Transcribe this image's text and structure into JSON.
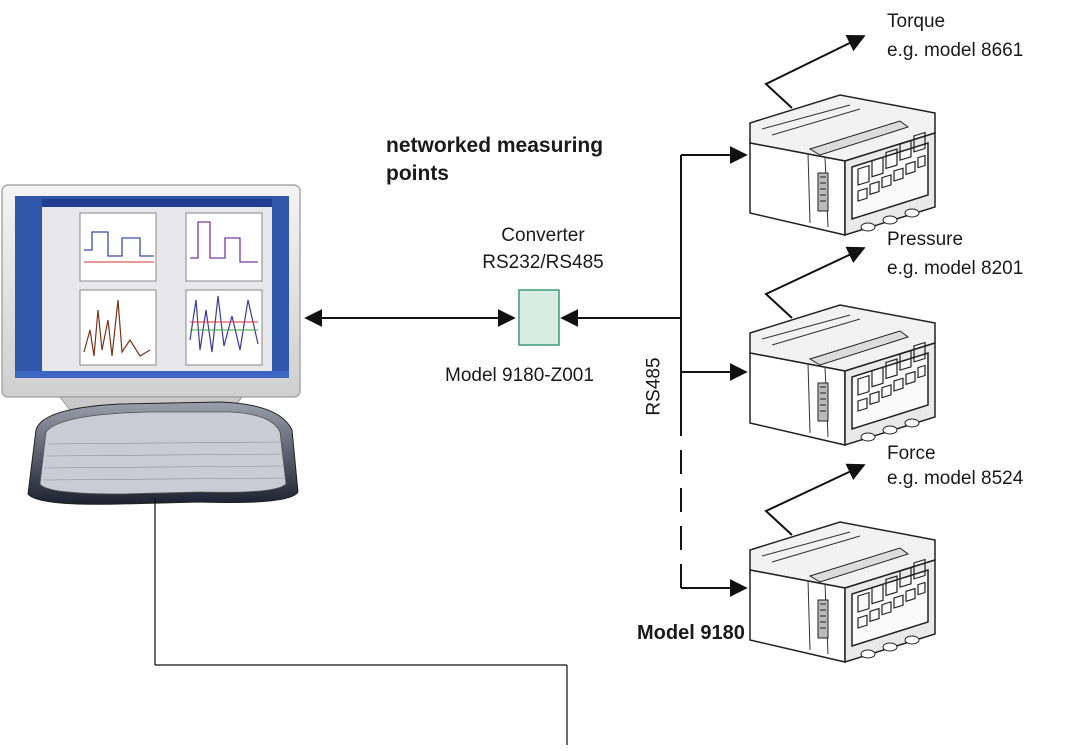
{
  "headline": {
    "line1": "networked measuring",
    "line2": "points"
  },
  "converter": {
    "title_line1": "Converter",
    "title_line2": "RS232/RS485",
    "model": "Model 9180-Z001"
  },
  "bus_label": "RS485",
  "device_series": "Model 9180",
  "sensors": [
    {
      "name": "Torque",
      "model": "e.g. model 8661"
    },
    {
      "name": "Pressure",
      "model": "e.g. model 8201"
    },
    {
      "name": "Force",
      "model": "e.g. model 8524"
    }
  ],
  "colors": {
    "converter_fill": "#d8ece4",
    "converter_stroke": "#3f9a7f",
    "line": "#111111"
  }
}
